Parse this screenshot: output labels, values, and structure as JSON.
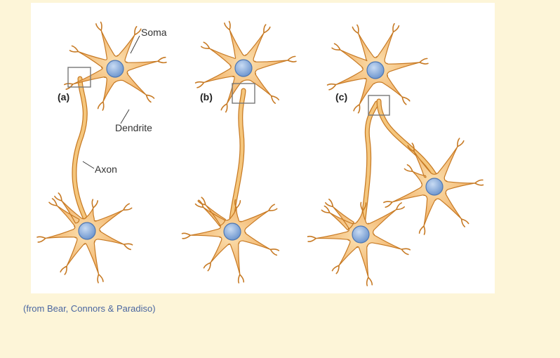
{
  "figure": {
    "panels": [
      {
        "label": "(a)"
      },
      {
        "label": "(b)"
      },
      {
        "label": "(c)"
      }
    ],
    "callouts": {
      "soma": "Soma",
      "dendrite": "Dendrite",
      "axon": "Axon"
    }
  },
  "caption": "(from Bear, Connors & Paradiso)",
  "colors": {
    "page_background": "#fdf5d8",
    "figure_background": "#ffffff",
    "cell_fill": "#f5c67c",
    "cell_stroke": "#c77a24",
    "nucleus_fill": "#8fb3e0",
    "nucleus_stroke": "#4f77b1",
    "synapse_box": "#777777",
    "caption": "#4a66a0"
  }
}
